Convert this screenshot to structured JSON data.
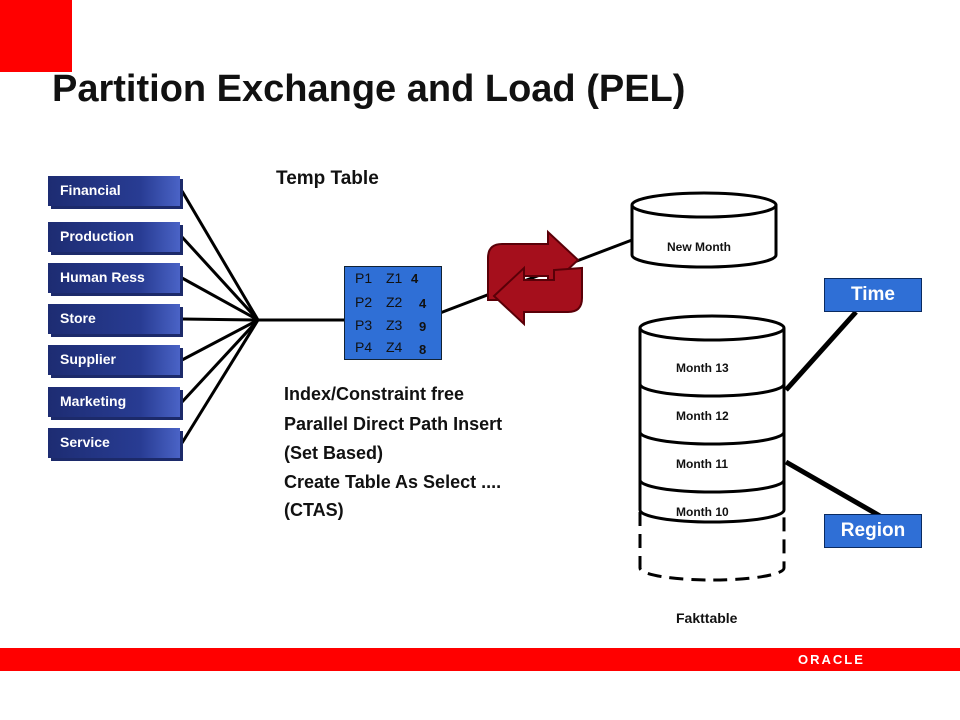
{
  "slide": {
    "title": "Partition Exchange and Load (PEL)",
    "accent_color": "#ff0000",
    "box_color": "#2f6fd6",
    "footer_logo": "ORACLE"
  },
  "sources": [
    {
      "label": "Financial"
    },
    {
      "label": "Production"
    },
    {
      "label": "Human Ress"
    },
    {
      "label": "Store"
    },
    {
      "label": "Supplier"
    },
    {
      "label": "Marketing"
    },
    {
      "label": "Service"
    }
  ],
  "temp_table": {
    "title": "Temp Table",
    "rows": [
      {
        "p": "P1",
        "z": "Z1",
        "n": "4"
      },
      {
        "p": "P2",
        "z": "Z2",
        "n": "4"
      },
      {
        "p": "P3",
        "z": "Z3",
        "n": "9"
      },
      {
        "p": "P4",
        "z": "Z4",
        "n": "8"
      }
    ]
  },
  "load_methods": [
    "Index/Constraint free",
    "Parallel Direct Path Insert",
    "(Set Based)",
    "Create Table As Select ....",
    "(CTAS)"
  ],
  "new_month": {
    "label": "New Month"
  },
  "fact_table": {
    "name": "Fakttable",
    "partitions": [
      "Month 13",
      "Month 12",
      "Month 11",
      "Month 10"
    ]
  },
  "dimensions": [
    {
      "label": "Time"
    },
    {
      "label": "Region"
    }
  ]
}
